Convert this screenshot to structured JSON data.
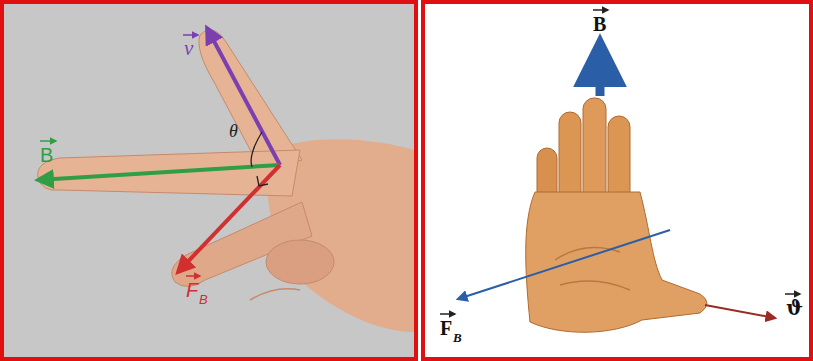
{
  "diagram": {
    "labels": [
      "v",
      "θ",
      "B",
      "F",
      "B",
      "B",
      "F",
      "B",
      "ϑ"
    ]
  }
}
